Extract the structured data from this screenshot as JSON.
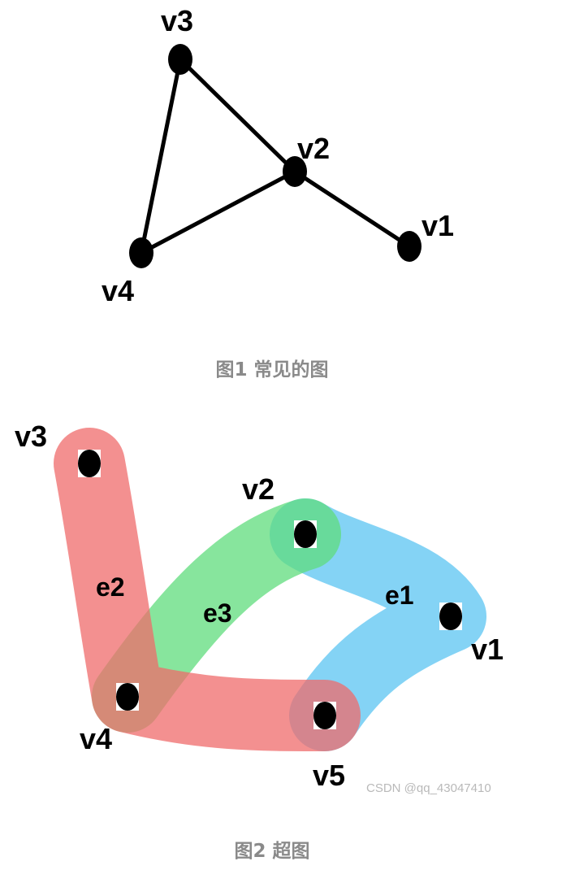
{
  "figure1": {
    "caption": "图1 常见的图",
    "vertices": {
      "v1": "v1",
      "v2": "v2",
      "v3": "v3",
      "v4": "v4"
    }
  },
  "figure2": {
    "caption": "图2 超图",
    "vertices": {
      "v1": "v1",
      "v2": "v2",
      "v3": "v3",
      "v4": "v4",
      "v5": "v5"
    },
    "hyperedges": {
      "e1": "e1",
      "e2": "e2",
      "e3": "e3"
    },
    "colors": {
      "e1": "#5bc4f2",
      "e2": "#ef6b6b",
      "e3": "#5fdc7c"
    }
  },
  "watermark": "CSDN @qq_43047410"
}
